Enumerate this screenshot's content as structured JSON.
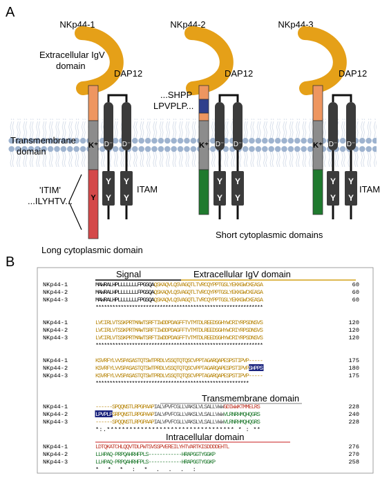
{
  "panel_a": {
    "label": "A",
    "receptors": [
      "NKp44-1",
      "NKp44-2",
      "NKp44-3"
    ],
    "dap12": "DAP12",
    "extracellular": [
      "Extracellular IgV",
      "domain"
    ],
    "transmembrane": [
      "Transmembrane",
      "domain"
    ],
    "shpp": [
      "...SHPP",
      "LPVPLP..."
    ],
    "itim": [
      "'ITIM'",
      "...ILYHTV..."
    ],
    "itam": "ITAM",
    "k_plus": "K⁺",
    "d_minus": "D⁻",
    "y": "Y",
    "long_cyto": "Long cytoplasmic domain",
    "short_cyto": "Short cytoplasmic domains",
    "colors": {
      "igv": "#e5a018",
      "stalk": "#ee9660",
      "tm": "#8c8c8c",
      "long": "#d4494a",
      "short": "#1f7a2e",
      "shpp": "#2f3f8c",
      "dap": "#3b3b3b",
      "membrane": "#9eb3cf"
    }
  },
  "panel_b": {
    "label": "B",
    "signal": "Signal",
    "igv_domain": "Extracellular IgV domain",
    "tm_domain": "Transmembrane domain",
    "ic_domain": "Intracellular domain",
    "blocks": [
      {
        "rows": [
          {
            "name": "NKp44-1",
            "seq": "MAWRALHPLLLLLLLFPGSQAQSKAQVLQSVAGQTLTVRCQYPPTGSLYEKKGWCKEASA",
            "end": "60"
          },
          {
            "name": "NKp44-2",
            "seq": "MAWRALHPLLLLLLLFPGSQAQSKAQVLQSVAGQTLTVRCQYPPTGSLYEKKGWCKEASA",
            "end": "60"
          },
          {
            "name": "NKp44-3",
            "seq": "MAWRALHPLLLLLLLFPGSQAQSKAQVLQSVAGQTLTVRCQYPPTGSLYEKKGWCKEASA",
            "end": "60"
          }
        ],
        "cons": "************************************************************"
      },
      {
        "rows": [
          {
            "name": "NKp44-1",
            "seq": "LVCIRLVTSSKPRTMAWTSRFTIWDDPDAGFFTVTMTDLREEDSGHYWCRIYRPSDNSVS",
            "end": "120"
          },
          {
            "name": "NKp44-2",
            "seq": "LVCIRLVTSSKPRTMAWTSRFTIWDDPDAGFFTVTMTDLREEDSGHYWCRIYRPSDNSVS",
            "end": "120"
          },
          {
            "name": "NKp44-3",
            "seq": "LVCIRLVTSSKPRTMAWTSRFTIWDDPDAGFFTVTMTDLREEDSGHYWCRIYRPSDNSVS",
            "end": "120"
          }
        ],
        "cons": "************************************************************"
      },
      {
        "rows": [
          {
            "name": "NKp44-1",
            "seq": "KSVRFYLVVSPASASTQTSWTPRDLVSSQTQTQSCVPPTAGARQAPESPSTIPVP-----",
            "end": "175"
          },
          {
            "name": "NKp44-2",
            "seq": "KSVRFYLVVSPASASTQTSWTPRDLVSSQTQTQSCVPPTAGARQAPESPSTIPVPSHPPS",
            "end": "180"
          },
          {
            "name": "NKp44-3",
            "seq": "KSVRFYLVVSPASASTQTSWTPRDLVSSQTQTQSCVPPTAGARQAPESPSTIPVP-----",
            "end": "175"
          }
        ],
        "cons": "*******************************************************"
      },
      {
        "rows": [
          {
            "name": "NKp44-1",
            "seq": "------SPQQNSTLRPGPAAPIALVPVFCGLLVAKSLVLSALLVWWGDIWWKTMMELRS",
            "end": "228"
          },
          {
            "name": "NKp44-2",
            "seq": "LPVPLPSRPQNSTLRPGPAAPIALVPVFCGLLVAKSLVLSALLVWWVLRNRHMQHQGRS",
            "end": "240"
          },
          {
            "name": "NKp44-3",
            "seq": "------SPQQNSTLRPGPAAPIALVPVFCGLLVAKSLVLSALLVWWVLRNRHMQHQGRS",
            "end": "228"
          }
        ],
        "cons": "      *:.********************************** *         :  **"
      },
      {
        "rows": [
          {
            "name": "NKp44-1",
            "seq": "LDTQKATCHLQQVTDLPWTSVSSPVEREILYHTVARTKISDDDDEHTL",
            "end": "276"
          },
          {
            "name": "NKp44-2",
            "seq": "LLHPAQ-PRPQAHRHFPLS------------HRAPGGTYGGKP",
            "end": "270"
          },
          {
            "name": "NKp44-3",
            "seq": "LLHPAQ-PRPQAHRHFPLS------------HRAPGGTYGGKP",
            "end": "258"
          }
        ],
        "cons": "*  *    * :             *   .  . . :"
      }
    ]
  }
}
